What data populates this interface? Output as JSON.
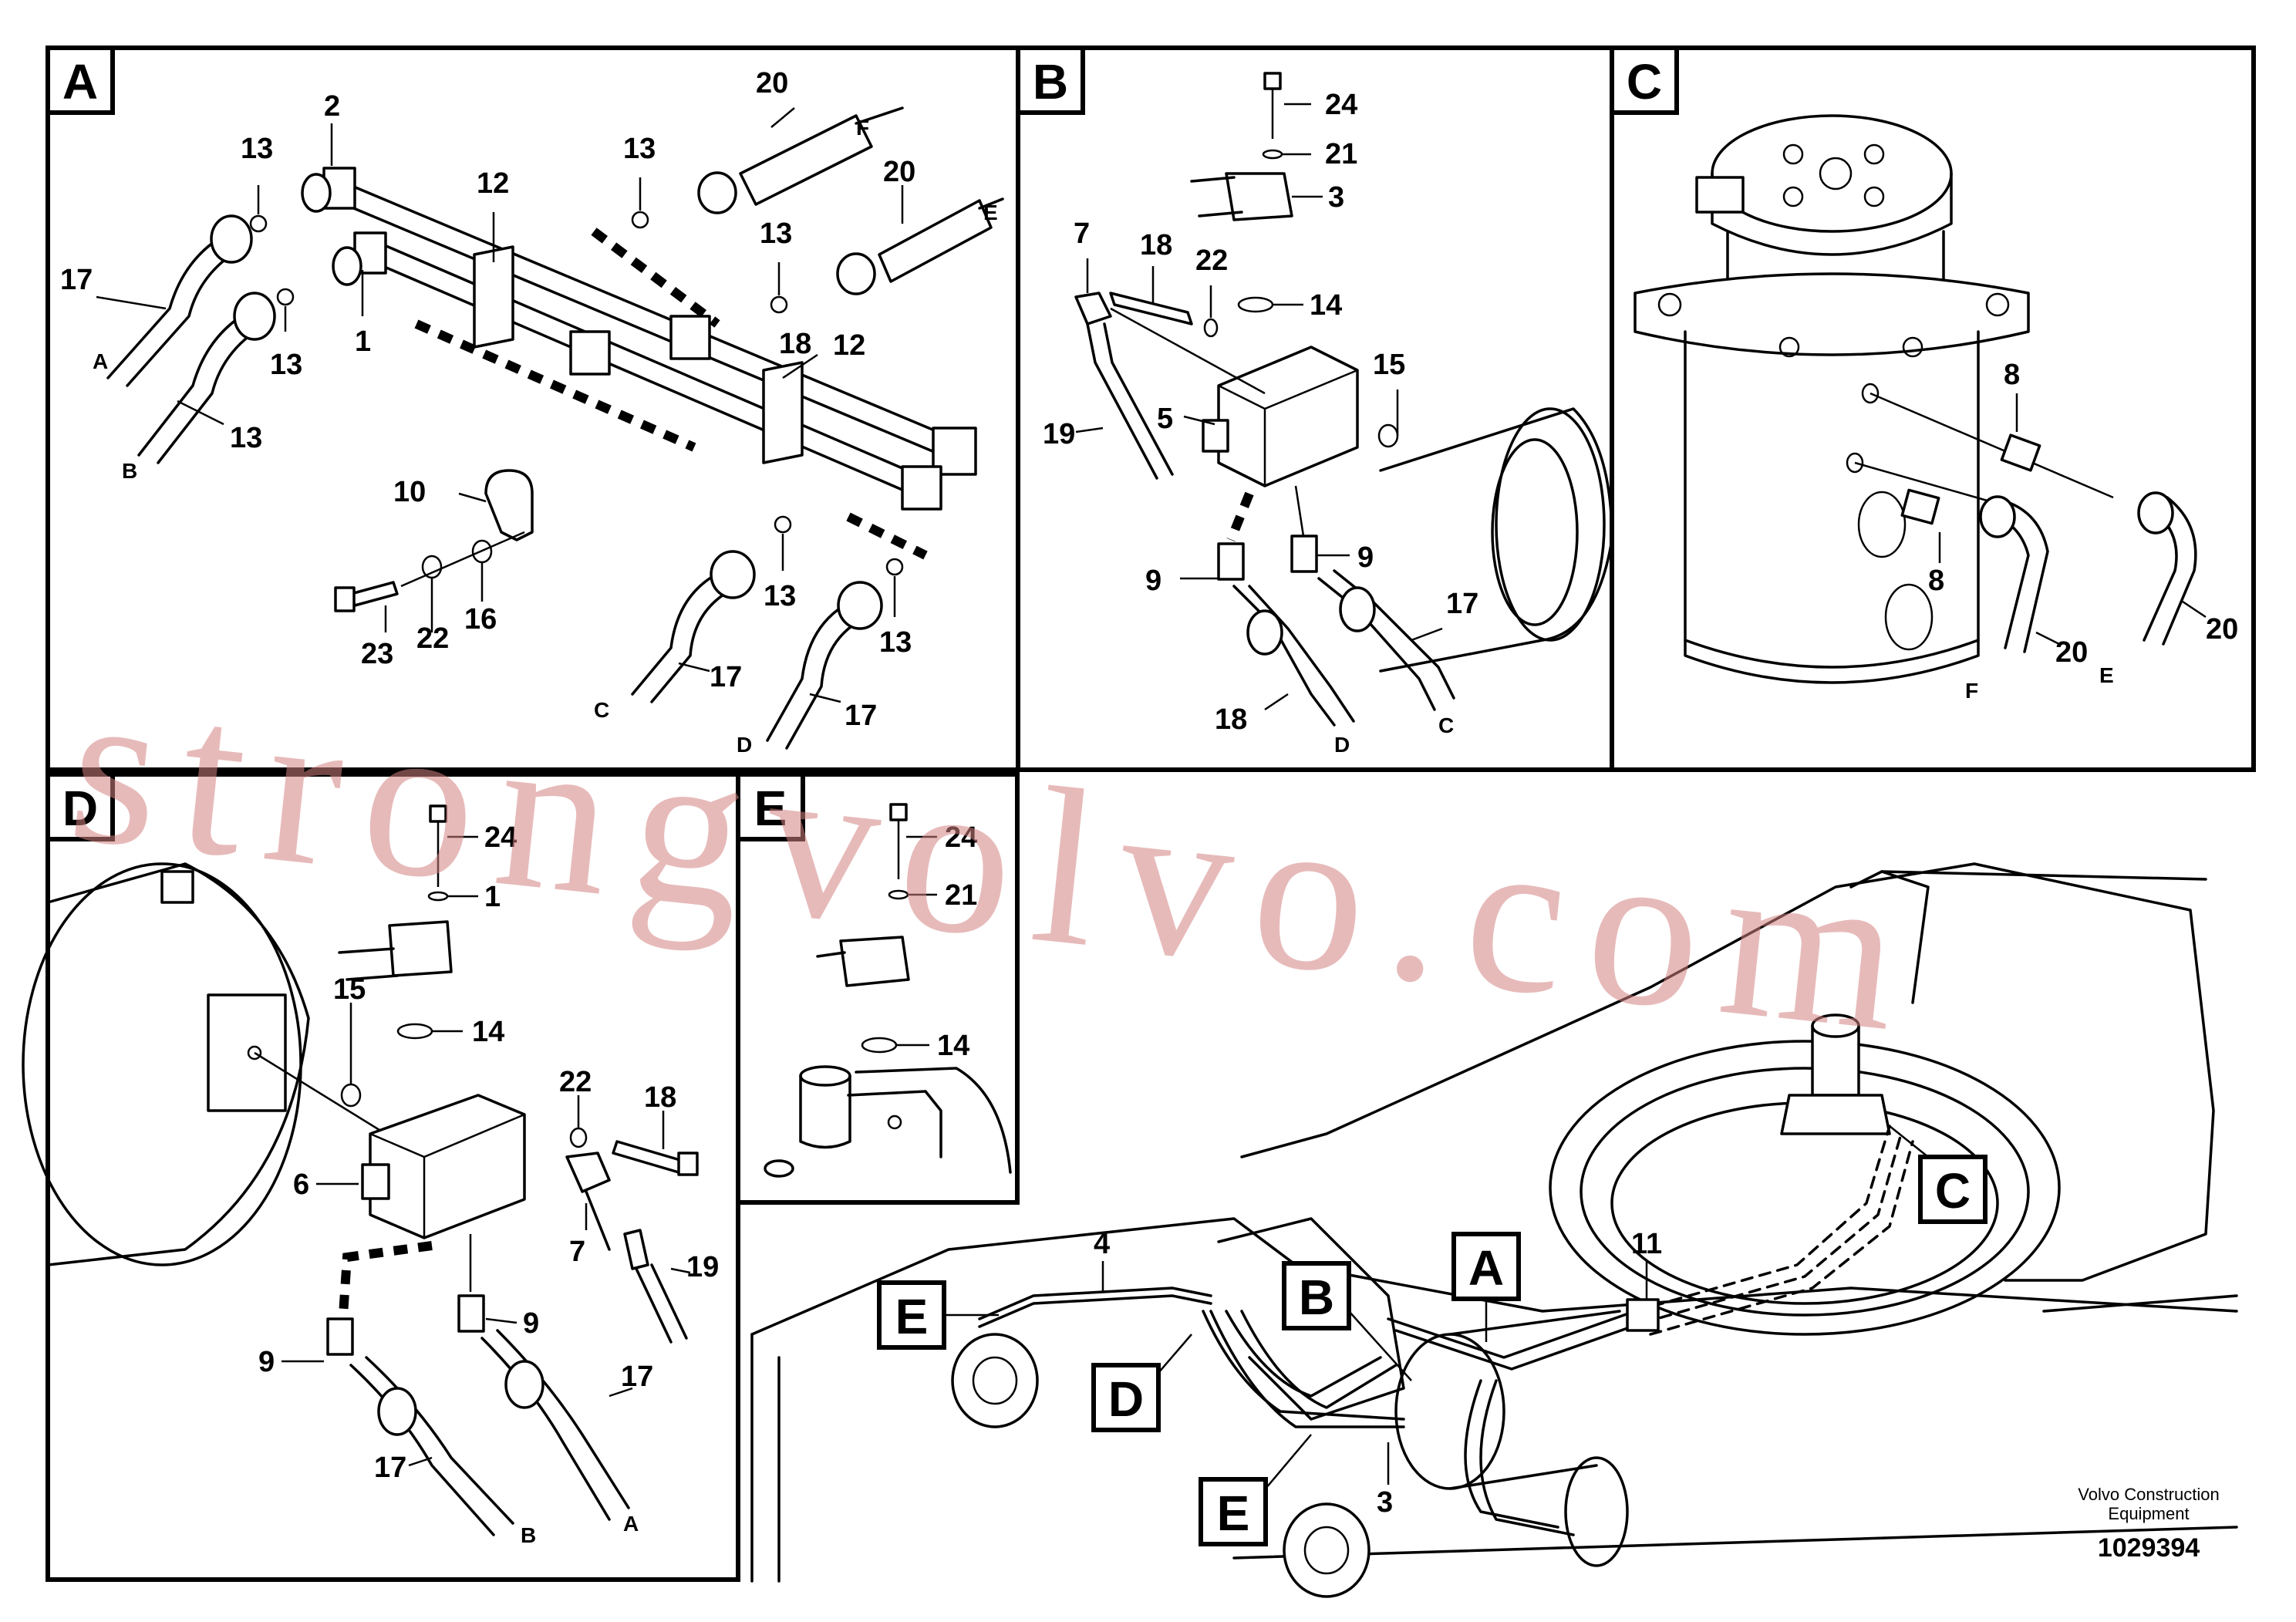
{
  "panels": {
    "A": {
      "tag": "A",
      "labels": [
        "2",
        "13",
        "20",
        "13",
        "20",
        "12",
        "13",
        "13",
        "17",
        "1",
        "13",
        "18",
        "12",
        "10",
        "23",
        "22",
        "16",
        "13",
        "13",
        "17",
        "17"
      ],
      "ends": [
        "F",
        "E",
        "A",
        "B",
        "C",
        "D"
      ]
    },
    "B": {
      "tag": "B",
      "labels": [
        "24",
        "21",
        "3",
        "7",
        "18",
        "22",
        "14",
        "15",
        "5",
        "19",
        "9",
        "9",
        "17",
        "18"
      ],
      "ends": [
        "D",
        "C"
      ]
    },
    "C": {
      "tag": "C",
      "labels": [
        "8",
        "8",
        "20",
        "20"
      ],
      "ends": [
        "F",
        "E"
      ]
    },
    "D": {
      "tag": "D",
      "labels": [
        "24",
        "1",
        "15",
        "14",
        "22",
        "18",
        "6",
        "7",
        "19",
        "9",
        "9",
        "17",
        "17"
      ],
      "ends": [
        "B",
        "A"
      ]
    },
    "E": {
      "tag": "E",
      "labels": [
        "24",
        "21",
        "14"
      ]
    },
    "overview": {
      "callouts": [
        "E",
        "D",
        "E",
        "B",
        "A",
        "C"
      ],
      "labels": [
        "4",
        "11",
        "3"
      ]
    }
  },
  "watermark": "strongvolvo.com",
  "footer": {
    "company_line1": "Volvo Construction",
    "company_line2": "Equipment",
    "reference": "1029394"
  }
}
